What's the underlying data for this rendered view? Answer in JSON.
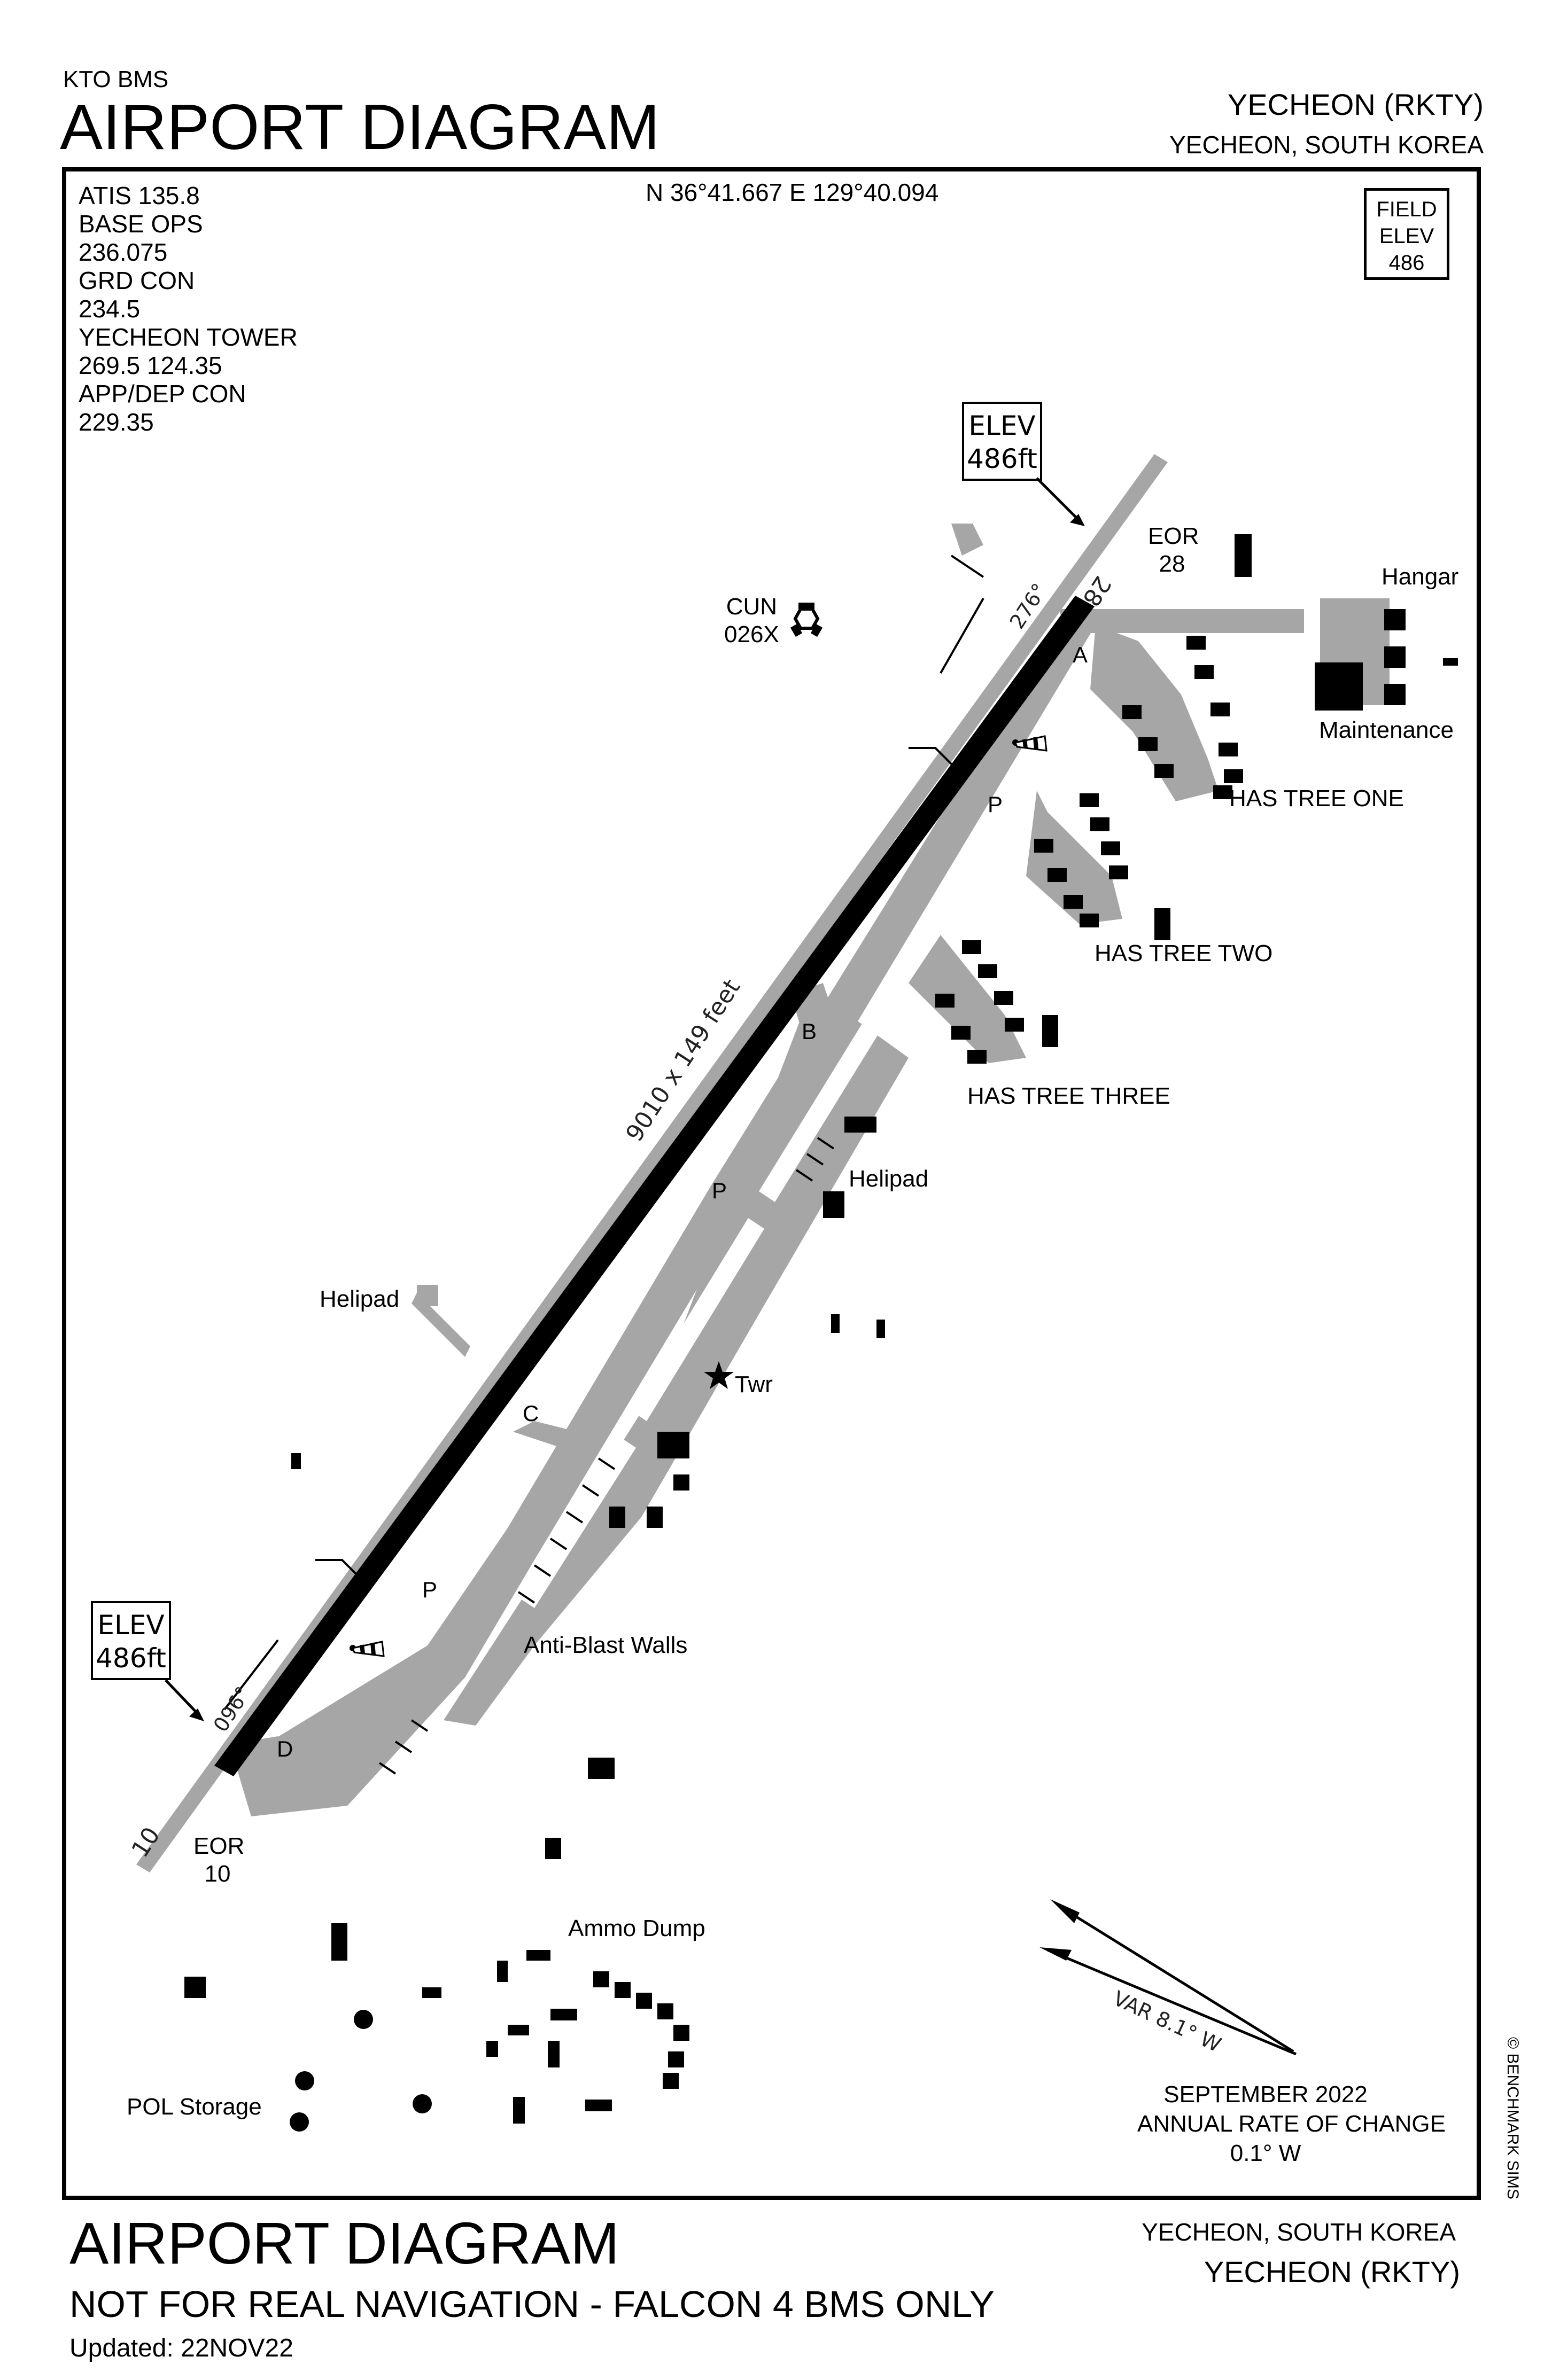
{
  "header": {
    "source": "KTO BMS",
    "title": "AIRPORT DIAGRAM",
    "airport": "YECHEON (RKTY)",
    "location": "YECHEON, SOUTH KOREA"
  },
  "coordinates": "N 36°41.667  E 129°40.094",
  "frequencies": [
    "ATIS   135.8",
    "BASE OPS",
    "236.075",
    "GRD CON",
    "234.5",
    "YECHEON  TOWER",
    "269.5  124.35",
    "APP/DEP CON",
    "229.35"
  ],
  "field_elev": {
    "line1": "FIELD",
    "line2": "ELEV",
    "line3": "486"
  },
  "elev_box": {
    "line1": "ELEV",
    "line2": "486ft"
  },
  "runway": {
    "dimensions": "9010 x 149 feet",
    "end_ne": "28",
    "end_sw": "10",
    "heading_ne": "276°",
    "heading_sw": "096°"
  },
  "eor": {
    "label": "EOR",
    "ne": "28",
    "sw": "10"
  },
  "navaid": {
    "name": "CUN",
    "channel": "026X"
  },
  "taxiways": {
    "a": "A",
    "b": "B",
    "c": "C",
    "d": "D",
    "p": "P"
  },
  "labels": {
    "hangar": "Hangar",
    "maintenance": "Maintenance",
    "has_tree_one": "HAS TREE ONE",
    "has_tree_two": "HAS TREE TWO",
    "has_tree_three": "HAS TREE THREE",
    "helipad": "Helipad",
    "tower": "Twr",
    "anti_blast_walls": "Anti-Blast Walls",
    "ammo_dump": "Ammo Dump",
    "pol_storage": "POL Storage"
  },
  "magnetic": {
    "variation": "VAR 8.1° W",
    "date": "SEPTEMBER 2022",
    "rate_label": "ANNUAL RATE OF CHANGE",
    "rate": "0.1° W"
  },
  "copyright": "© BENCHMARK SIMS",
  "footer": {
    "title": "AIRPORT DIAGRAM",
    "disclaimer": "NOT FOR REAL NAVIGATION - FALCON 4 BMS ONLY",
    "updated": "Updated: 22NOV22",
    "location": "YECHEON, SOUTH KOREA",
    "airport": "YECHEON (RKTY)"
  },
  "colors": {
    "runway": "#000000",
    "pavement": "#a6a6a6",
    "ink": "#000000"
  }
}
